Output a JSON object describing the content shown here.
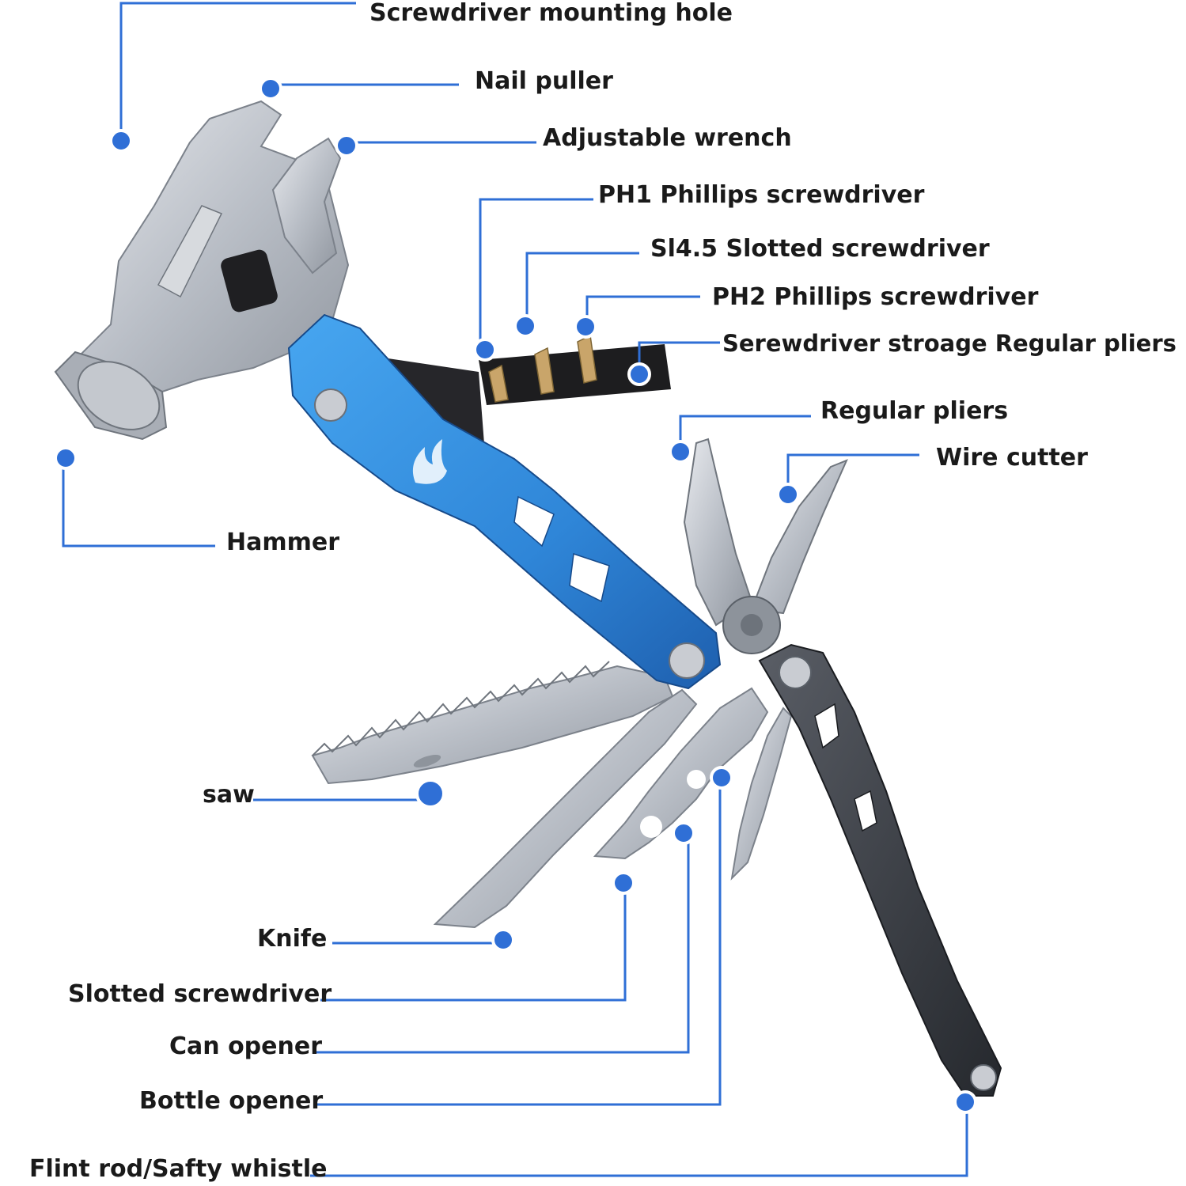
{
  "labels": {
    "mounting_hole": "Screwdriver mounting hole",
    "nail_puller": "Nail puller",
    "adjustable_wrench": "Adjustable wrench",
    "ph1": "PH1 Phillips screwdriver",
    "sl45": "Sl4.5 Slotted screwdriver",
    "ph2": "PH2 Phillips screwdriver",
    "storage": "Serewdriver stroage Regular pliers",
    "regular_pliers": "Regular pliers",
    "wire_cutter": "Wire cutter",
    "hammer": "Hammer",
    "saw": "saw",
    "knife": "Knife",
    "slotted_screwdriver": "Slotted screwdriver",
    "can_opener": "Can opener",
    "bottle_opener": "Bottle opener",
    "flint_rod": "Flint rod/Safty whistle"
  },
  "colors": {
    "callout": "#2f6fd6",
    "handle_blue": "#2f86d8",
    "handle_dark": "#3a3d44",
    "steel": "#c7cbd1",
    "text": "#1a1a1a"
  },
  "icons": {
    "marker": "callout-dot-icon"
  }
}
